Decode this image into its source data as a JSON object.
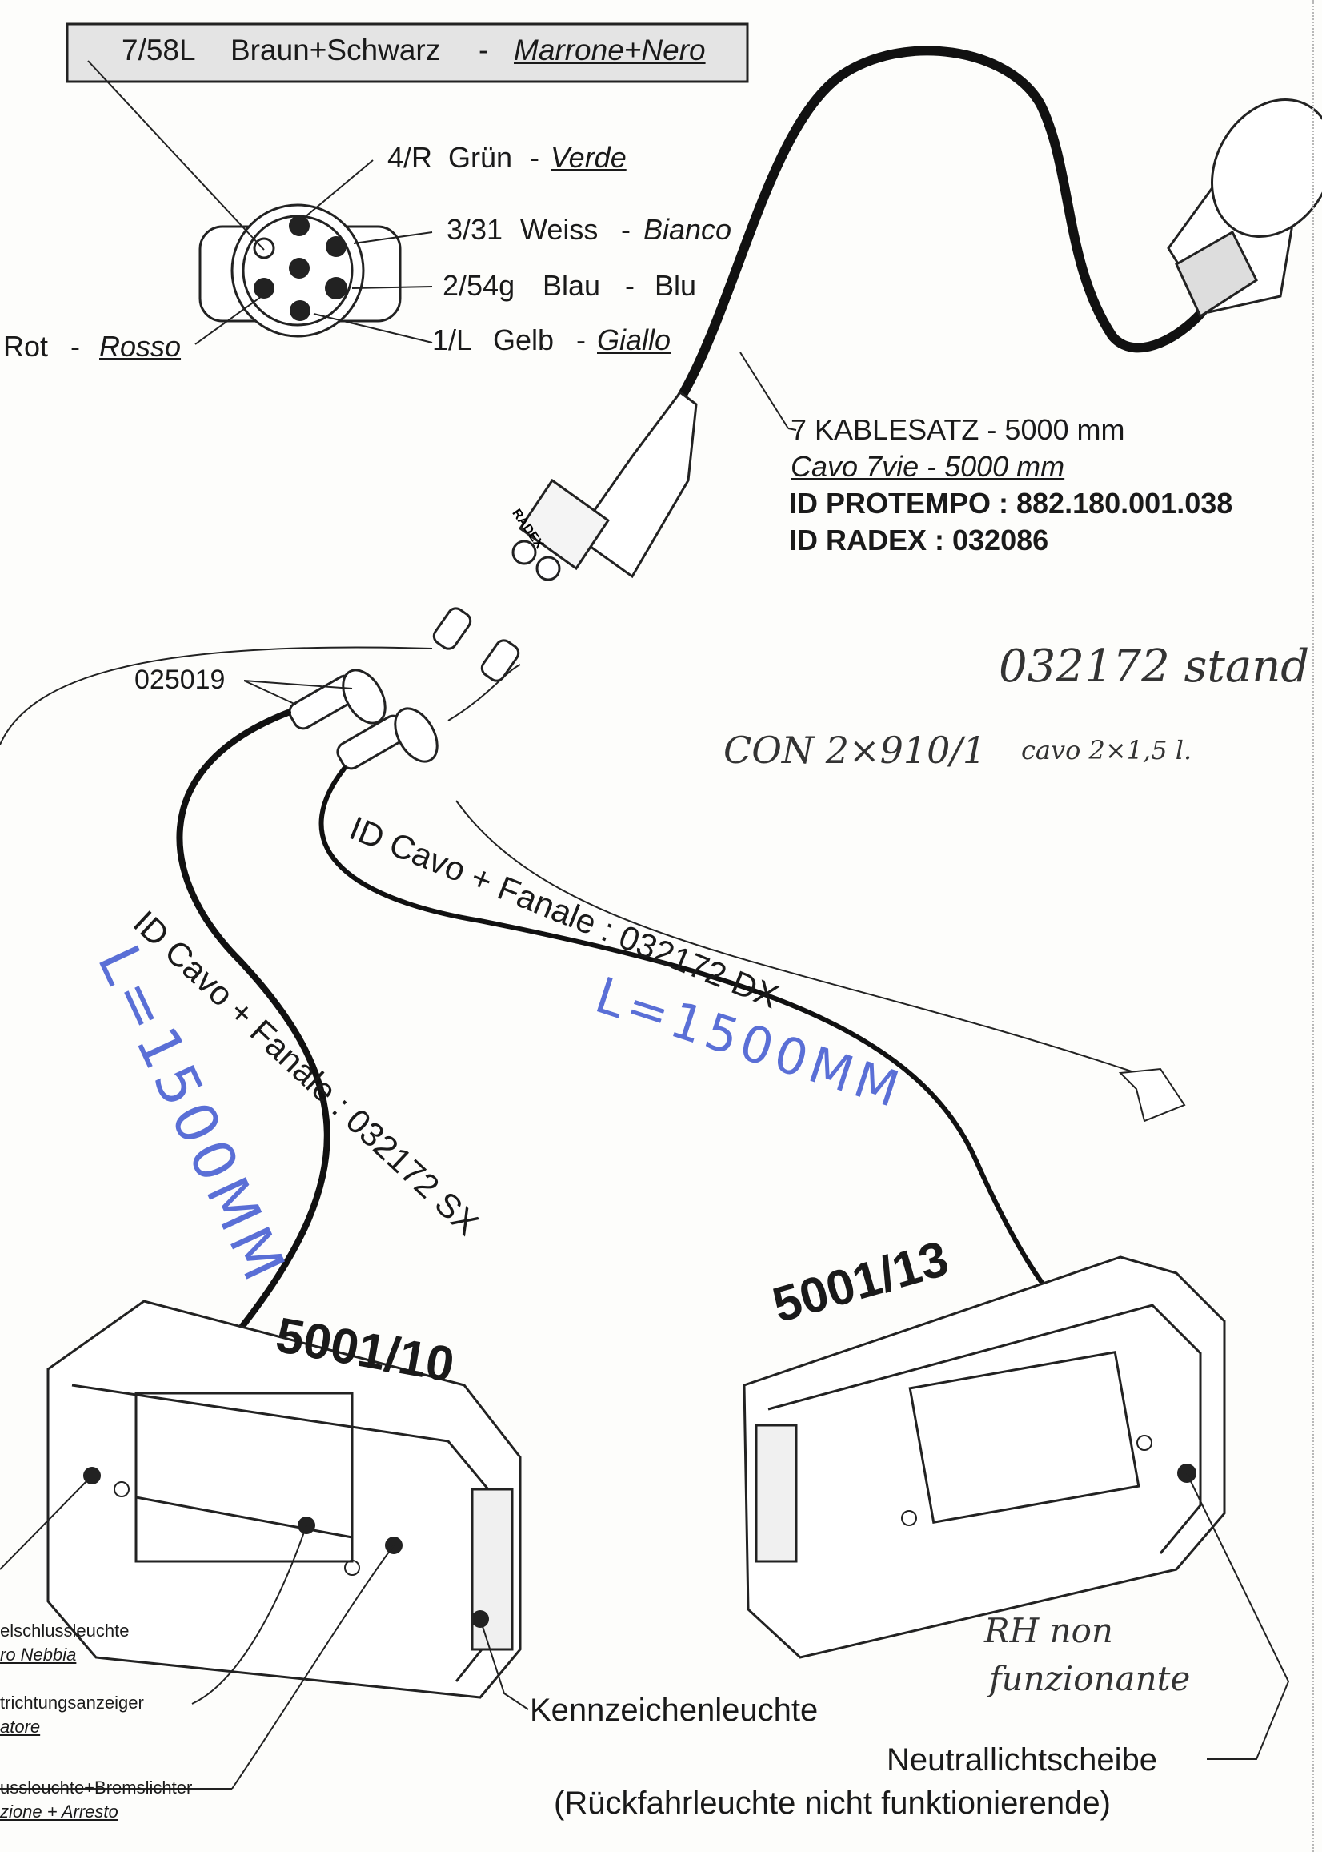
{
  "connector": {
    "header_code": "7/58L",
    "header_de": "Braun+Schwarz",
    "header_sep": "-",
    "header_it": "Marrone+Nero",
    "pins": [
      {
        "code": "4/R",
        "de": "Grün",
        "sep": "-",
        "it": "Verde"
      },
      {
        "code": "3/31",
        "de": "Weiss",
        "sep": "-",
        "it": "Bianco"
      },
      {
        "code": "2/54g",
        "de": "Blau",
        "sep": "-",
        "it": "Blu"
      },
      {
        "code": "1/L",
        "de": "Gelb",
        "sep": "-",
        "it": "Giallo"
      },
      {
        "code": "",
        "de": "Rot",
        "sep": "-",
        "it": "Rosso"
      }
    ]
  },
  "cable": {
    "line1": "7 KABLESATZ  - 5000 mm",
    "line2": "Cavo 7vie  - 5000 mm",
    "line3": "ID PROTEMPO : 882.180.001.038",
    "line4": "ID RADEX : 032086",
    "plug_text": "RADEX"
  },
  "branch": {
    "connector_id": "025019",
    "cable_sx": "ID Cavo + Fanale :  032172 SX",
    "cable_dx": "ID Cavo + Fanale :  032172 DX",
    "length_sx": "L=1500MM",
    "length_dx": "L=1500MM"
  },
  "handwritten": {
    "top_right_1": "032172 stand",
    "top_right_2": "CON  2×910/1",
    "top_right_3": "cavo 2×1,5  l.",
    "note_1": "RH non",
    "note_2": "funzionante"
  },
  "lamps": {
    "left_id": "5001/10",
    "right_id": "5001/13",
    "left_labels": [
      {
        "de": "elschlussleuchte",
        "it": "ro Nebbia"
      },
      {
        "de": "trichtungsanzeiger",
        "it": "atore"
      },
      {
        "de": "ussleuchte+Bremslichter",
        "it": "zione + Arresto"
      }
    ],
    "plate_light": "Kennzeichenleuchte",
    "neutral_1": "Neutrallichtscheibe",
    "neutral_2": "(Rückfahrleuchte nicht funktionierende)"
  }
}
